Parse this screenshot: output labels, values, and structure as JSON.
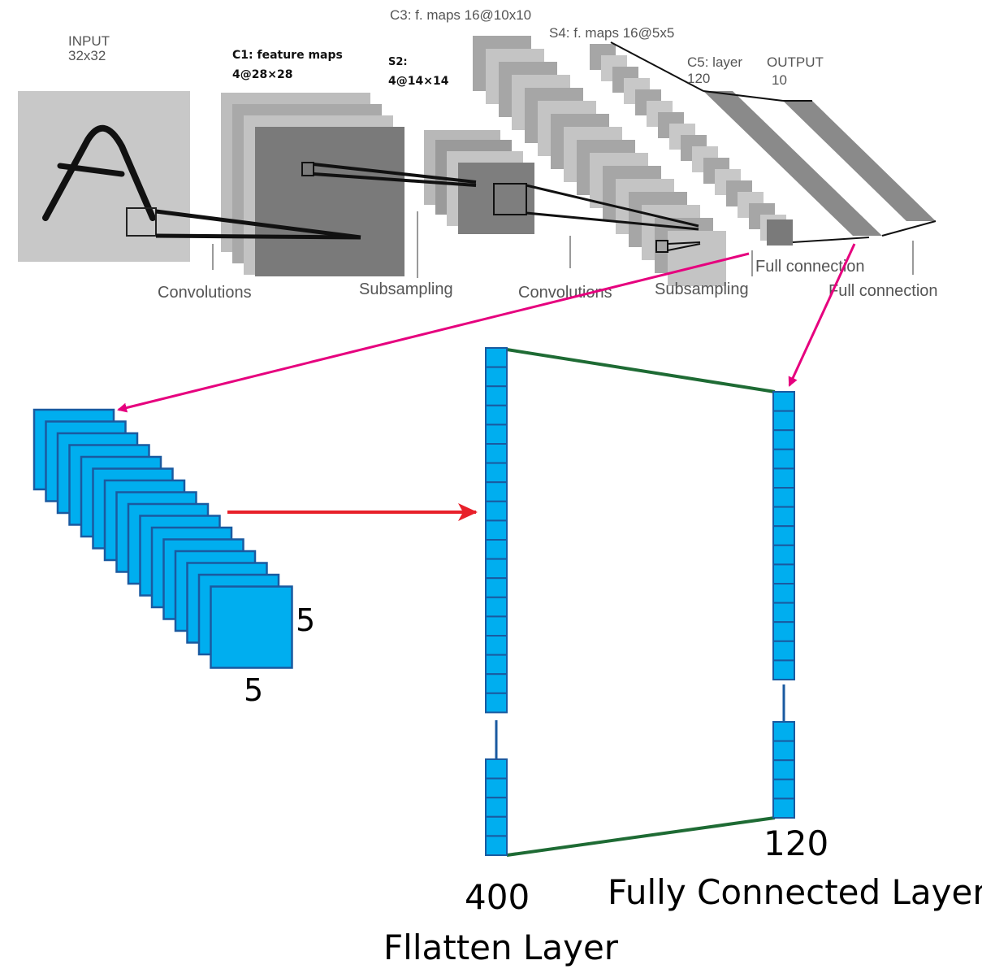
{
  "lenet": {
    "input_label": "INPUT",
    "input_size": "32x32",
    "c1_label": "C1: feature maps",
    "c1_size": "4@28×28",
    "s2_label": "S2:",
    "s2_size": "4@14×14",
    "c3_label": "C3: f. maps 16@10x10",
    "s4_label": "S4: f. maps 16@5x5",
    "c5_label": "C5: layer",
    "c5_size": "120",
    "output_label": "OUTPUT",
    "output_size": "10",
    "stage_conv1": "Convolutions",
    "stage_sub1": "Subsampling",
    "stage_conv2": "Convolutions",
    "stage_sub2": "Subsampling",
    "stage_full1": "Full connection",
    "stage_full2": "Full connection"
  },
  "detail": {
    "map_height": "5",
    "map_width": "5",
    "flatten_count": "400",
    "flatten_name": "Fllatten Layer",
    "fc_count": "120",
    "fc_name": "Fully Connected Layer"
  },
  "colors": {
    "node_fill": "#00aeef",
    "node_stroke": "#1a5aa0",
    "connector_green": "#1e6b34",
    "arrow_magenta": "#e6007e",
    "arrow_red": "#e8202a",
    "lenet_gray": "#a6a6a6",
    "lenet_dark": "#7a7a7a"
  }
}
